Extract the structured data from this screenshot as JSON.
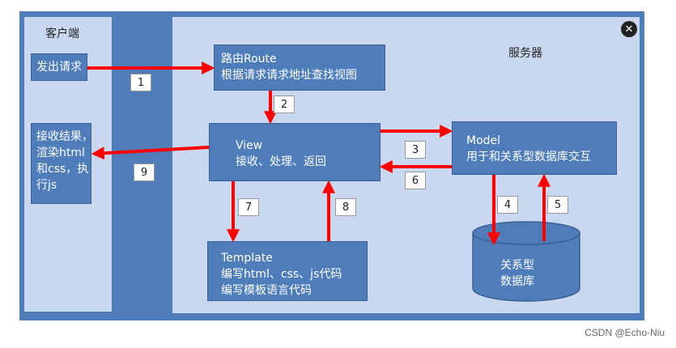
{
  "client": {
    "title": "客户端"
  },
  "server": {
    "title": "服务器"
  },
  "boxes": {
    "request": {
      "lines": [
        "发出请求"
      ]
    },
    "receive": {
      "lines": [
        "接收结果，",
        "渲染html",
        "和css，执",
        "行js"
      ]
    },
    "route": {
      "lines": [
        "路由Route",
        "根据请求请求地址查找视图"
      ]
    },
    "view": {
      "lines": [
        "View",
        "接收、处理、返回"
      ]
    },
    "model": {
      "lines": [
        "Model",
        "用于和关系型数据库交互"
      ]
    },
    "template": {
      "lines": [
        "Template",
        "编写html、css、js代码",
        "编写模板语言代码"
      ]
    },
    "database": {
      "lines": [
        "关系型",
        "数据库"
      ]
    }
  },
  "steps": [
    "1",
    "2",
    "3",
    "4",
    "5",
    "6",
    "7",
    "8",
    "9"
  ],
  "watermark": "CSDN @Echo-Niu",
  "colors": {
    "arrow": "#ff0000",
    "box": "#4f7dba",
    "panel": "#c9d8ee"
  },
  "icons": {
    "close": "close-icon"
  }
}
